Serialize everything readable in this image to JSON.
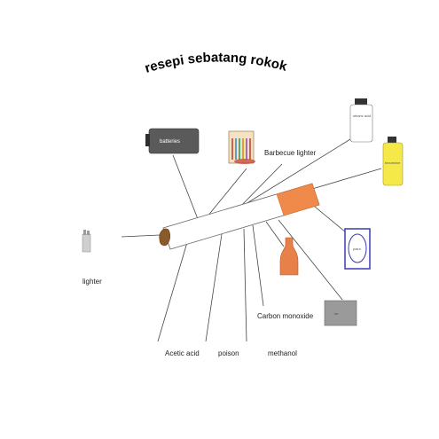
{
  "title": "resepi sebatang rokok",
  "labels": {
    "barbecue_lighter": "Barbecue lighter",
    "lighter": "lighter",
    "carbon_monoxide": "Carbon monoxide",
    "acetic_acid": "Acetic acid",
    "poison": "poison",
    "methanol": "methanol"
  },
  "items": {
    "battery_label": "batteries",
    "bottle_white_label": "stearic acid",
    "bottle_yellow_label": "hexamine",
    "paint_label": "paint",
    "box_label": "tar"
  },
  "colors": {
    "filter": "#f08a4b",
    "tobacco": "#8b5a2b",
    "yellow_bottle": "#f5e94a",
    "paint_frame": "#3b3bb5",
    "battery": "#5a5a5a",
    "box": "#9a9a9a",
    "flask": "#e8804a"
  }
}
